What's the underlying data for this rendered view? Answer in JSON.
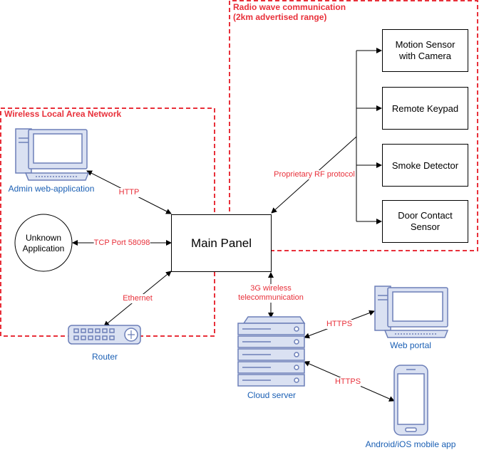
{
  "regions": {
    "wlan": "Wireless Local Area Network",
    "radio_line1": "Radio wave communication",
    "radio_line2": "(2km advertised range)"
  },
  "nodes": {
    "main_panel": "Main Panel",
    "admin_web_app": "Admin web-application",
    "unknown_app_line1": "Unknown",
    "unknown_app_line2": "Application",
    "router": "Router",
    "cloud_server": "Cloud server",
    "web_portal": "Web portal",
    "mobile_app": "Android/iOS mobile app",
    "motion_sensor_line1": "Motion Sensor",
    "motion_sensor_line2": "with Camera",
    "remote_keypad": "Remote Keypad",
    "smoke_detector": "Smoke Detector",
    "door_contact_line1": "Door Contact",
    "door_contact_line2": "Sensor"
  },
  "connections": {
    "http": "HTTP",
    "tcp": "TCP Port 58098",
    "ethernet": "Ethernet",
    "rf": "Proprietary RF protocol",
    "wireless_line1": "3G wireless",
    "wireless_line2": "telecommunication",
    "https_web": "HTTPS",
    "https_mobile": "HTTPS"
  },
  "colors": {
    "region_border": "#e8303a",
    "label_red": "#e8303a",
    "label_blue": "#1a5fb4",
    "device_fill": "#dae1f2",
    "device_stroke": "#6c7fb8"
  }
}
